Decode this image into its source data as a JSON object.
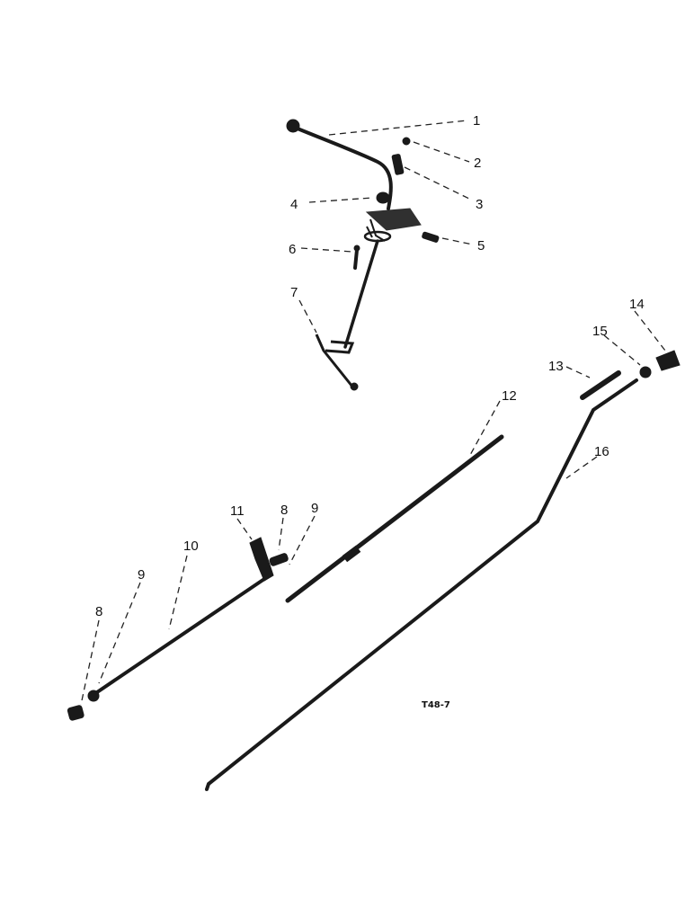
{
  "figure_id": "T48-7",
  "callouts": {
    "c1": "1",
    "c2": "2",
    "c3": "3",
    "c4": "4",
    "c5": "5",
    "c6": "6",
    "c7": "7",
    "c8a": "8",
    "c9a": "9",
    "c11": "11",
    "c10": "10",
    "c9b": "9",
    "c8b": "8",
    "c12": "12",
    "c13": "13",
    "c14": "14",
    "c15": "15",
    "c16": "16"
  }
}
